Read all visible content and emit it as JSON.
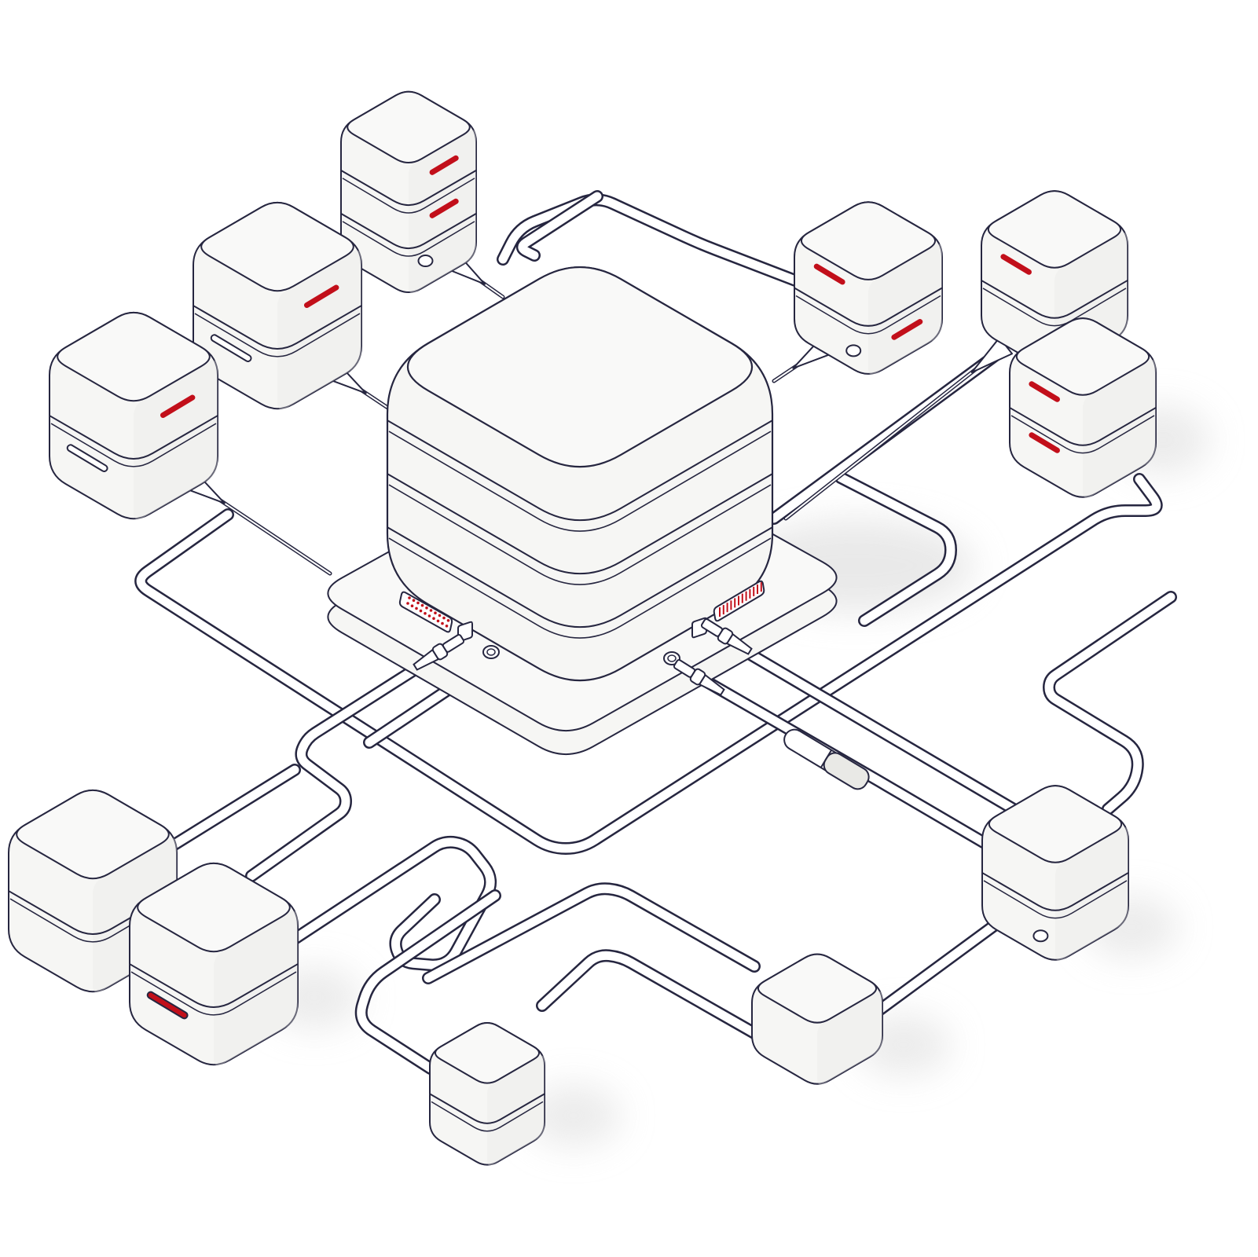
{
  "colors": {
    "background": "#ffffff",
    "body": "#f6f6f4",
    "top": "#f9f9f8",
    "shade": "#e9e9e6",
    "outline": "#262640",
    "accent": "#c20f1a",
    "shadow": "#e6e6e6"
  },
  "central_server": {
    "layers": 4,
    "ports": [
      "serial-port",
      "vent-port",
      "round-port-left",
      "round-port-right",
      "network-port"
    ]
  },
  "nodes": [
    {
      "id": "node-top-left-a",
      "layers": 3,
      "indicators": 2
    },
    {
      "id": "node-top-left-b",
      "layers": 2,
      "indicators": 1
    },
    {
      "id": "node-left",
      "layers": 2,
      "indicators": 1
    },
    {
      "id": "node-top-right-a",
      "layers": 2,
      "indicators": 2
    },
    {
      "id": "node-top-right-b",
      "layers": 2,
      "indicators": 1
    },
    {
      "id": "node-right",
      "layers": 2,
      "indicators": 2
    },
    {
      "id": "node-bottom-left-a",
      "layers": 2,
      "indicators": 0
    },
    {
      "id": "node-bottom-left-b",
      "layers": 2,
      "indicators": 1
    },
    {
      "id": "node-bottom-center",
      "layers": 2,
      "indicators": 0
    },
    {
      "id": "node-bottom-mid",
      "layers": 1,
      "indicators": 0
    },
    {
      "id": "node-bottom-right",
      "layers": 2,
      "indicators": 0
    }
  ]
}
